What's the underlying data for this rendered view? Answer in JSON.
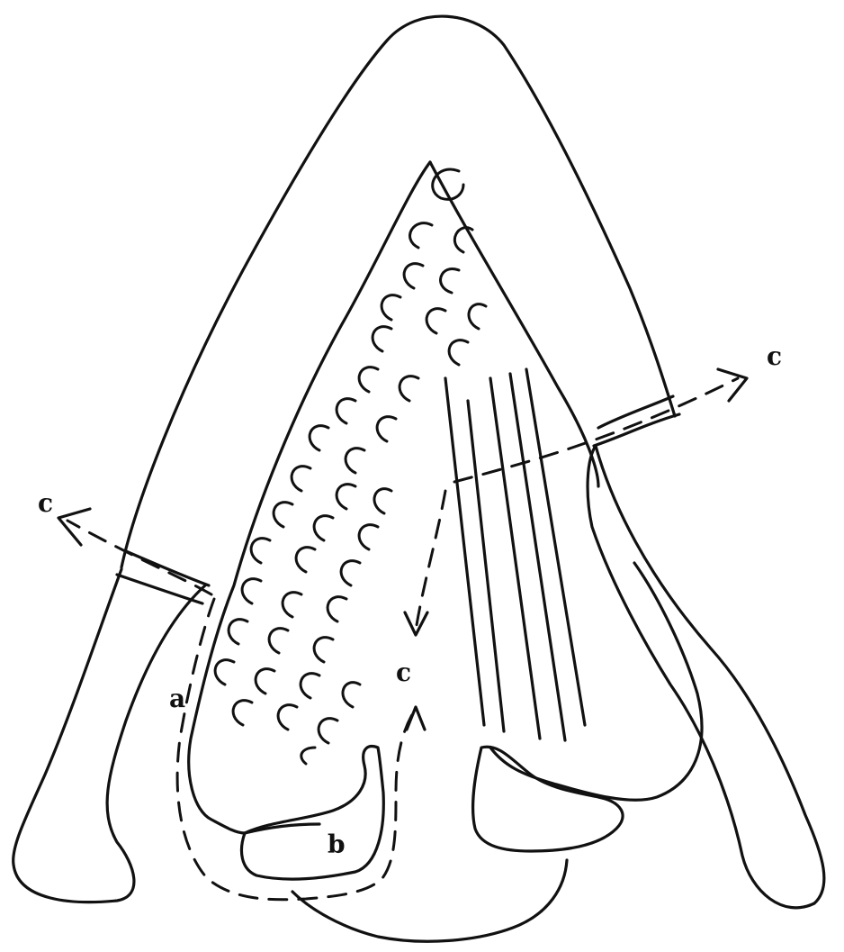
{
  "labels": {
    "a": "a",
    "b": "b",
    "c_top_right": "c",
    "c_left": "c",
    "c_middle": "c"
  }
}
